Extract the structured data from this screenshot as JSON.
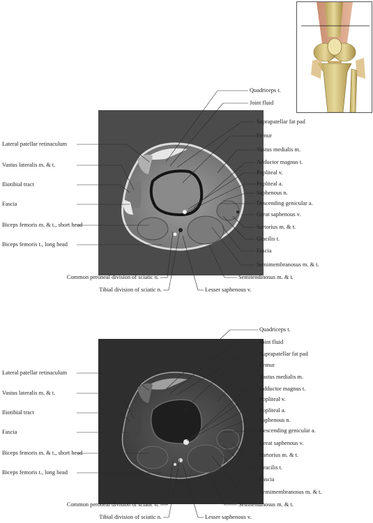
{
  "top": {
    "left_labels": [
      "Lateral patellar retinaculum",
      "Vastus lateralis m. & t.",
      "Iliotibial tract",
      "Fascia",
      "Biceps femoris m. & t., short head",
      "Biceps femoris t., long head"
    ],
    "right_labels": [
      "Quadriceps t.",
      "Joint fluid",
      "Suprapatellar fat pad",
      "Femur",
      "Vastus medialis m.",
      "Adductor magnus t.",
      "Popliteal v.",
      "Popliteal a.",
      "Saphenous n.",
      "Descending genicular a.",
      "Great saphenous v.",
      "Sartorius m. & t.",
      "Gracilis t.",
      "Fascia",
      "Semimembranosus m. & t."
    ],
    "bottom_labels": [
      "Semitendinosus m. & t.",
      "Common peroneal division of sciatic n.",
      "Tibial division of sciatic n.",
      "Lesser saphenous v."
    ]
  },
  "bottom": {
    "left_labels": [
      "Lateral patellar retinaculum",
      "Vastus lateralis m. & t.",
      "Iliotibial tract",
      "Fascia",
      "Biceps femoris m. & t., short head",
      "Biceps femoris t., long head"
    ],
    "right_labels": [
      "Quadriceps t.",
      "Joint fluid",
      "Suprapatellar fat pad",
      "Femur",
      "Vastus medialis m.",
      "Adductor magnus t.",
      "Popliteal v.",
      "Popliteal a.",
      "Saphenous n.",
      "Descending genicular a.",
      "Great saphenous v.",
      "Sartorius m. & t.",
      "Gracilis t.",
      "Fascia",
      "Semimembranosus m. & t."
    ],
    "bottom_labels": [
      "Semitendinosus m. & t.",
      "Common peroneal division of sciatic n.",
      "Tibial division of sciatic n.",
      "Lesser saphenous v."
    ]
  }
}
